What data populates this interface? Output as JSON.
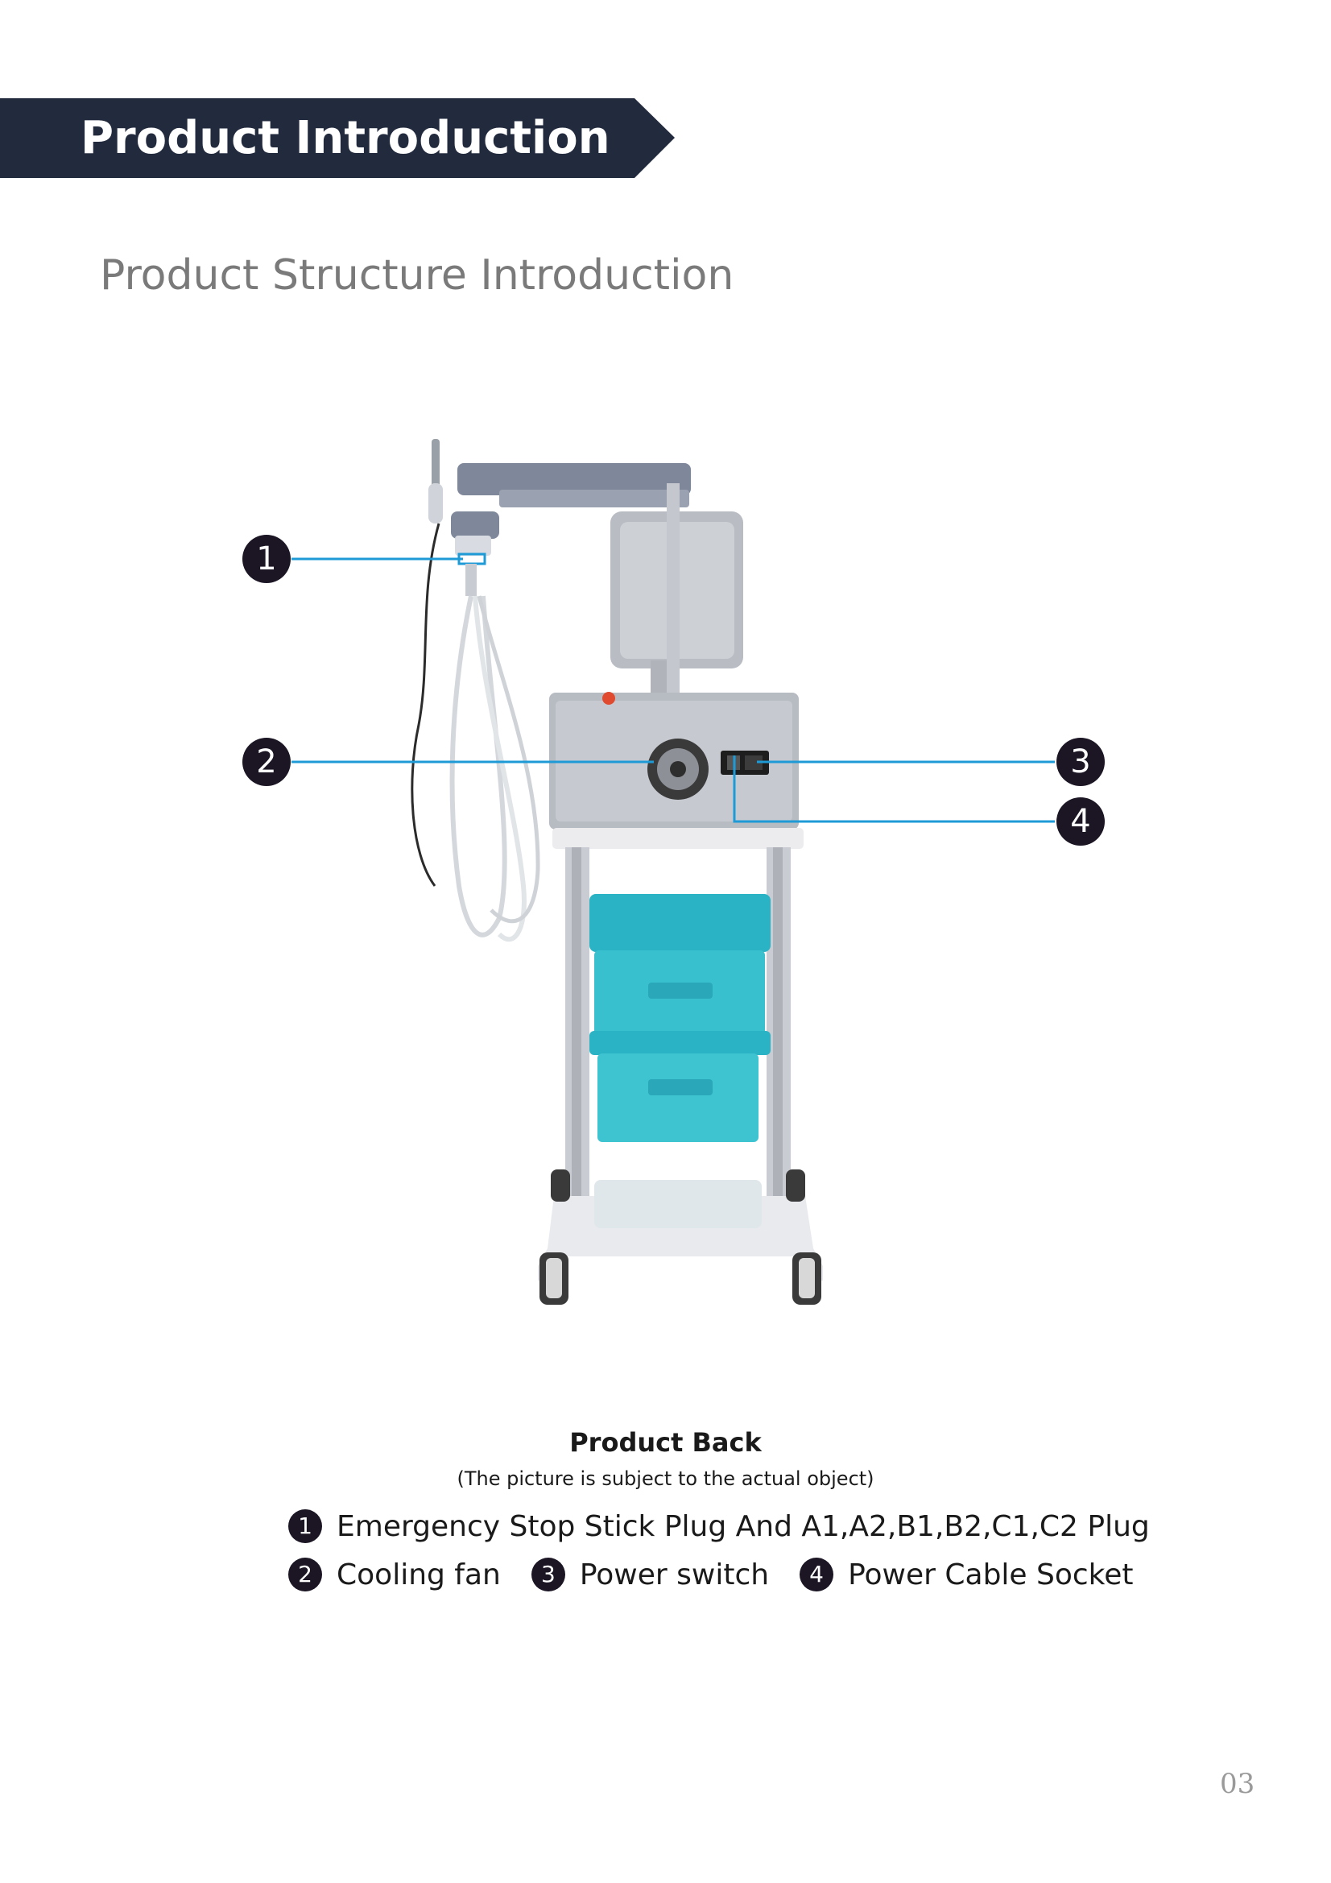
{
  "header": {
    "title": "Product Introduction"
  },
  "section": {
    "subtitle": "Product Structure Introduction"
  },
  "figure": {
    "callouts": [
      "1",
      "2",
      "3",
      "4"
    ],
    "accent_color": "#1e9bd7",
    "teal_color": "#1fb3c4"
  },
  "caption": {
    "title": "Product Back",
    "note": "(The picture is subject to the actual object)"
  },
  "legend": {
    "row1": [
      {
        "num": "1",
        "label": "Emergency Stop Stick Plug And A1,A2,B1,B2,C1,C2 Plug"
      }
    ],
    "row2": [
      {
        "num": "2",
        "label": "Cooling fan"
      },
      {
        "num": "3",
        "label": "Power switch"
      },
      {
        "num": "4",
        "label": "Power Cable Socket"
      }
    ]
  },
  "footer": {
    "page_number": "03"
  },
  "colors": {
    "banner": "#222a3d",
    "subtitle": "#7a7a7a"
  }
}
